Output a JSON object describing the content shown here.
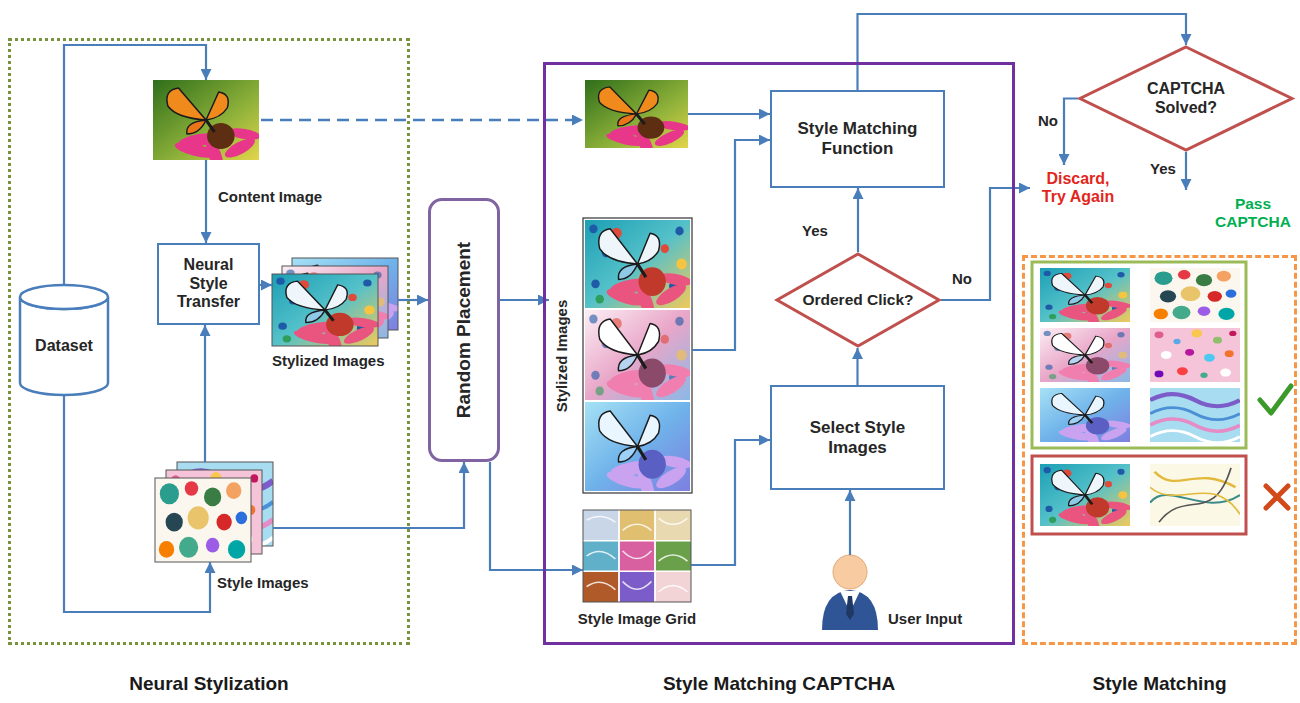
{
  "diagram": {
    "nodes": [
      {
        "text": [
          "Neural Stylization"
        ]
      },
      {
        "text": [
          "Dataset"
        ],
        "in": 0
      },
      {
        "text": [
          "Content Image"
        ],
        "in": 0
      },
      {
        "text": [
          "Neural Style Transfer"
        ],
        "in": 0
      },
      {
        "text": [
          "Stylized Images"
        ],
        "in": 0
      },
      {
        "text": [
          "Style Images"
        ],
        "in": 0
      },
      {
        "text": [
          "Random Placement"
        ]
      },
      {
        "text": [
          "Style Matching CAPTCHA"
        ]
      },
      {
        "text": [
          "Stylized Images"
        ],
        "in": 7
      },
      {
        "text": [
          "Style Image Grid"
        ],
        "in": 7
      },
      {
        "text": [
          "Style Matching Function"
        ],
        "in": 7
      },
      {
        "text": [
          "Ordered Click?"
        ],
        "in": 7
      },
      {
        "text": [
          "Select Style Images"
        ],
        "in": 7
      },
      {
        "text": [
          "User Input"
        ],
        "in": 7
      },
      {
        "text": [
          "CAPTCHA Solved?"
        ]
      },
      {
        "text": [
          "Discard, Try Again"
        ]
      },
      {
        "text": [
          "Pass CAPTCHA"
        ]
      },
      {
        "text": [
          "Style Matching"
        ]
      }
    ],
    "edges": [
      {
        "from": 1,
        "to": 2,
        "arrow": "to"
      },
      {
        "from": 1,
        "to": 5,
        "arrow": "to"
      },
      {
        "from": 2,
        "to": 3,
        "arrow": "to"
      },
      {
        "from": 5,
        "to": 3,
        "arrow": "to"
      },
      {
        "from": 3,
        "to": 4,
        "arrow": "to"
      },
      {
        "from": 4,
        "to": 6,
        "arrow": "to"
      },
      {
        "from": 5,
        "to": 6,
        "arrow": "to"
      },
      {
        "from": 6,
        "to": 8,
        "arrow": "to"
      },
      {
        "from": 6,
        "to": 9,
        "arrow": "to"
      },
      {
        "from": 8,
        "to": 10,
        "arrow": "to"
      },
      {
        "from": 9,
        "to": 12,
        "arrow": "to"
      },
      {
        "from": 13,
        "to": 12,
        "arrow": "to"
      },
      {
        "from": 12,
        "to": 11,
        "arrow": "to"
      },
      {
        "from": 11,
        "to": 10,
        "label": "Yes",
        "arrow": "to"
      },
      {
        "from": 11,
        "to": 15,
        "label": "No",
        "arrow": "to"
      },
      {
        "from": 10,
        "to": 14,
        "arrow": "to"
      },
      {
        "from": 14,
        "to": 15,
        "label": "No",
        "arrow": "to"
      },
      {
        "from": 14,
        "to": 16,
        "label": "Yes",
        "arrow": "to"
      }
    ]
  }
}
